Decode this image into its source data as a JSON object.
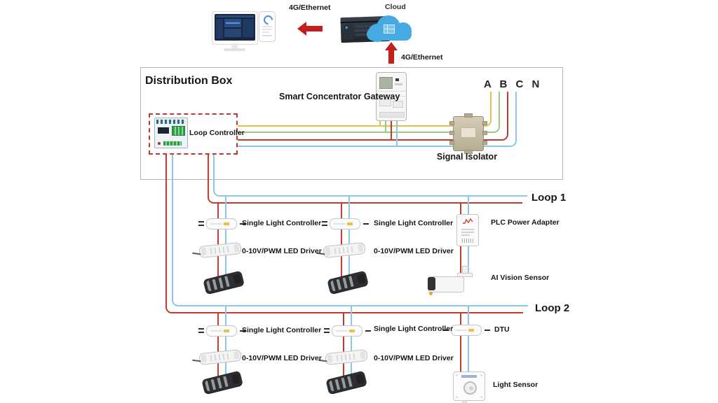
{
  "top": {
    "cloud_label": "Cloud",
    "left_link_label": "4G/Ethernet",
    "up_link_label": "4G/Ethernet"
  },
  "distribution_box": {
    "title": "Distribution Box",
    "loop_controller": "Loop Controller",
    "gateway": "Smart Concentrator Gateway",
    "phases": "A B C N",
    "isolator": "Signal Isolator"
  },
  "loops": [
    {
      "label": "Loop 1",
      "branch1": {
        "controller": "Single Light Controller",
        "driver": "0-10V/PWM LED Driver"
      },
      "branch2": {
        "controller": "Single Light Controller",
        "driver": "0-10V/PWM LED Driver"
      },
      "aux_top": "PLC Power Adapter",
      "aux_bottom": "AI Vision Sensor"
    },
    {
      "label": "Loop 2",
      "branch1": {
        "controller": "Single Light Controller",
        "driver": "0-10V/PWM LED Driver"
      },
      "branch2": {
        "controller": "Single Light Controller",
        "driver": "0-10V/PWM LED Driver"
      },
      "aux_top": "DTU",
      "aux_bottom": "Light Sensor"
    }
  ],
  "colors": {
    "wire_red": "#c23b2e",
    "wire_blue": "#8cc8e4",
    "wire_yellow": "#e6c14e",
    "wire_green": "#9bca7c",
    "arrow_red": "#c41e1e",
    "dashed_red": "#c0392b"
  }
}
